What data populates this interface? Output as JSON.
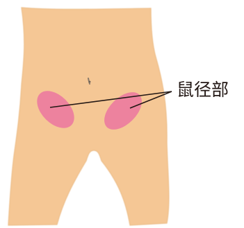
{
  "callout": {
    "label": "鼠径部"
  },
  "colors": {
    "skin": "#f5c795",
    "skin_edge": "#ecbd88",
    "highlight": "#ec7c9e",
    "line": "#231815",
    "navel": "#8a7a6a"
  },
  "icons": {
    "highlight_left": "groin-highlight-left",
    "highlight_right": "groin-highlight-right"
  }
}
